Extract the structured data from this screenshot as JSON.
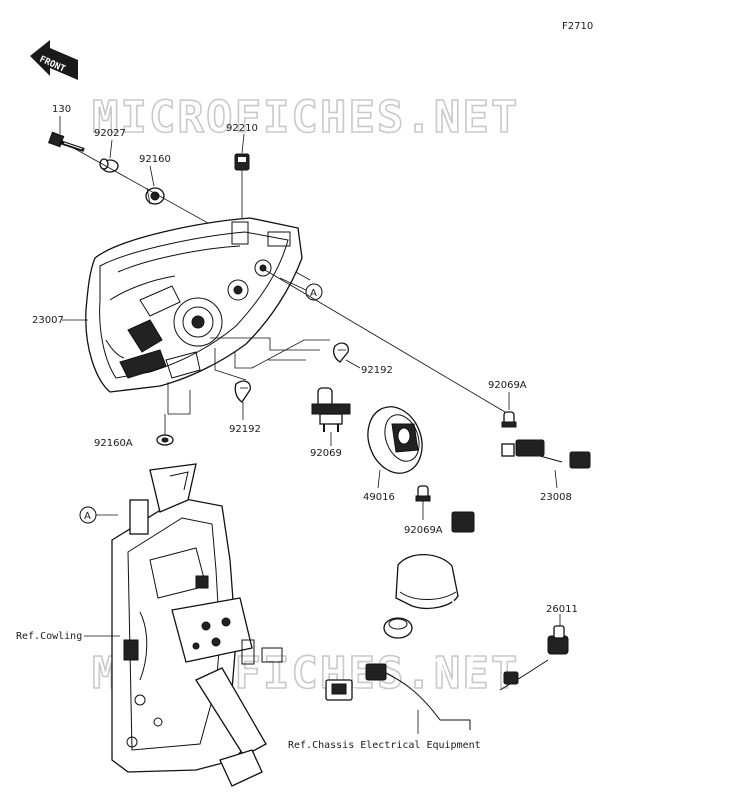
{
  "figure_code": "F2710",
  "watermark": "MICROFICHES.NET",
  "front_label": "FRONT",
  "callout_a": "A",
  "parts": {
    "p130": "130",
    "p92027": "92027",
    "p92160": "92160",
    "p92210": "92210",
    "p23007": "23007",
    "p92192_upper": "92192",
    "p92192_lower": "92192",
    "p92160A": "92160A",
    "p92069": "92069",
    "p92069A_upper": "92069A",
    "p92069A_lower": "92069A",
    "p49016": "49016",
    "p23008": "23008",
    "p26011": "26011"
  },
  "references": {
    "cowling": "Ref.Cowling",
    "chassis": "Ref.Chassis Electrical Equipment"
  }
}
